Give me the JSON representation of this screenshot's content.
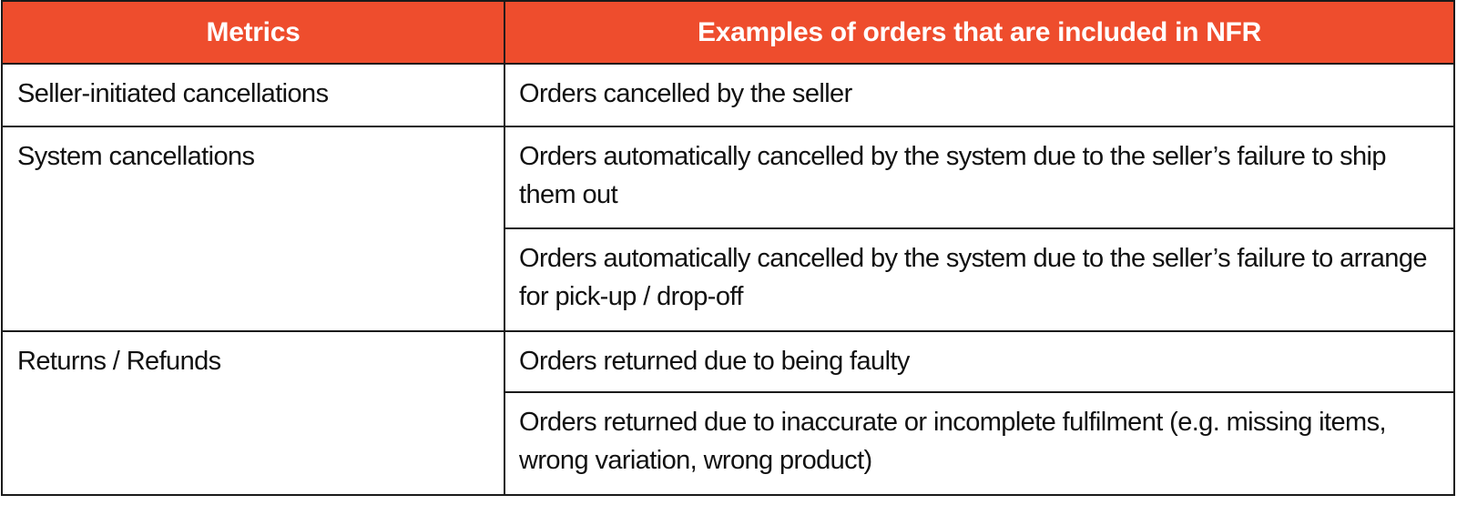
{
  "colors": {
    "header_bg": "#EE4D2D",
    "header_text": "#FFFFFF",
    "border": "#1A1A1A",
    "body_text": "#111111"
  },
  "table": {
    "headers": {
      "metrics": "Metrics",
      "examples": "Examples of orders that are included in NFR"
    },
    "rows": [
      {
        "metric": "Seller-initiated cancellations",
        "examples": [
          "Orders cancelled by the seller"
        ]
      },
      {
        "metric": "System cancellations",
        "examples": [
          "Orders automatically cancelled by the system due to the seller’s failure to ship them out",
          "Orders automatically cancelled by the system due to the seller’s failure to arrange for pick-up / drop-off"
        ]
      },
      {
        "metric": "Returns / Refunds",
        "examples": [
          "Orders returned due to being faulty",
          "Orders returned due to inaccurate or incomplete fulfilment (e.g. missing items, wrong variation, wrong product)"
        ]
      }
    ]
  }
}
